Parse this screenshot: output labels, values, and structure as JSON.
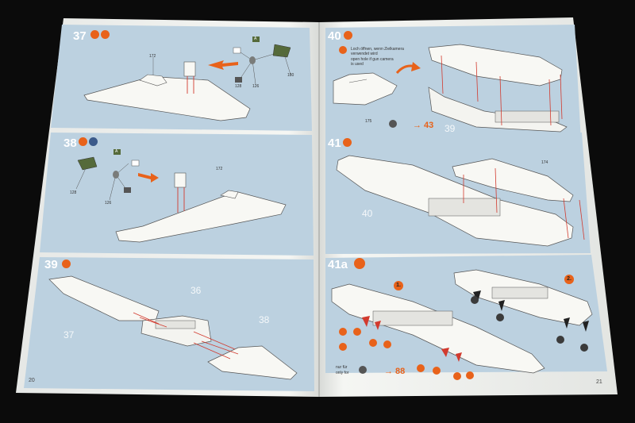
{
  "left_page": {
    "page_number": "20",
    "steps": [
      {
        "number": "37",
        "part_refs": [
          "172",
          "180",
          "126",
          "128"
        ],
        "decal": "A"
      },
      {
        "number": "38",
        "part_refs": [
          "172",
          "128",
          "126"
        ],
        "decal": "A"
      },
      {
        "number": "39",
        "assembly_refs": [
          "36",
          "37",
          "38"
        ]
      }
    ]
  },
  "right_page": {
    "page_number": "21",
    "steps": [
      {
        "number": "40",
        "note_lines": [
          "Loch öffnen, wenn Zielkamera",
          "verwendet wird",
          "open hole if gun camera",
          "is used"
        ],
        "part_refs": [
          "175"
        ],
        "jump_to": "43",
        "assembly_ref": "39"
      },
      {
        "number": "41",
        "part_refs": [
          "174"
        ],
        "assembly_ref": "40"
      },
      {
        "number": "41a",
        "option_badges": [
          "1.",
          "2."
        ],
        "note_lines": [
          "nur für",
          "only for"
        ],
        "jump_to": "88"
      }
    ]
  },
  "colors": {
    "panel_blue": "#bcd1e0",
    "paper": "#f4f5f2",
    "accent_orange": "#e8621a",
    "part_white": "#f8f8f4",
    "arrow_red": "#d23a2e"
  },
  "icons": [
    "info-icon",
    "paint-icon",
    "question-icon",
    "glue-icon",
    "decal-icon"
  ]
}
